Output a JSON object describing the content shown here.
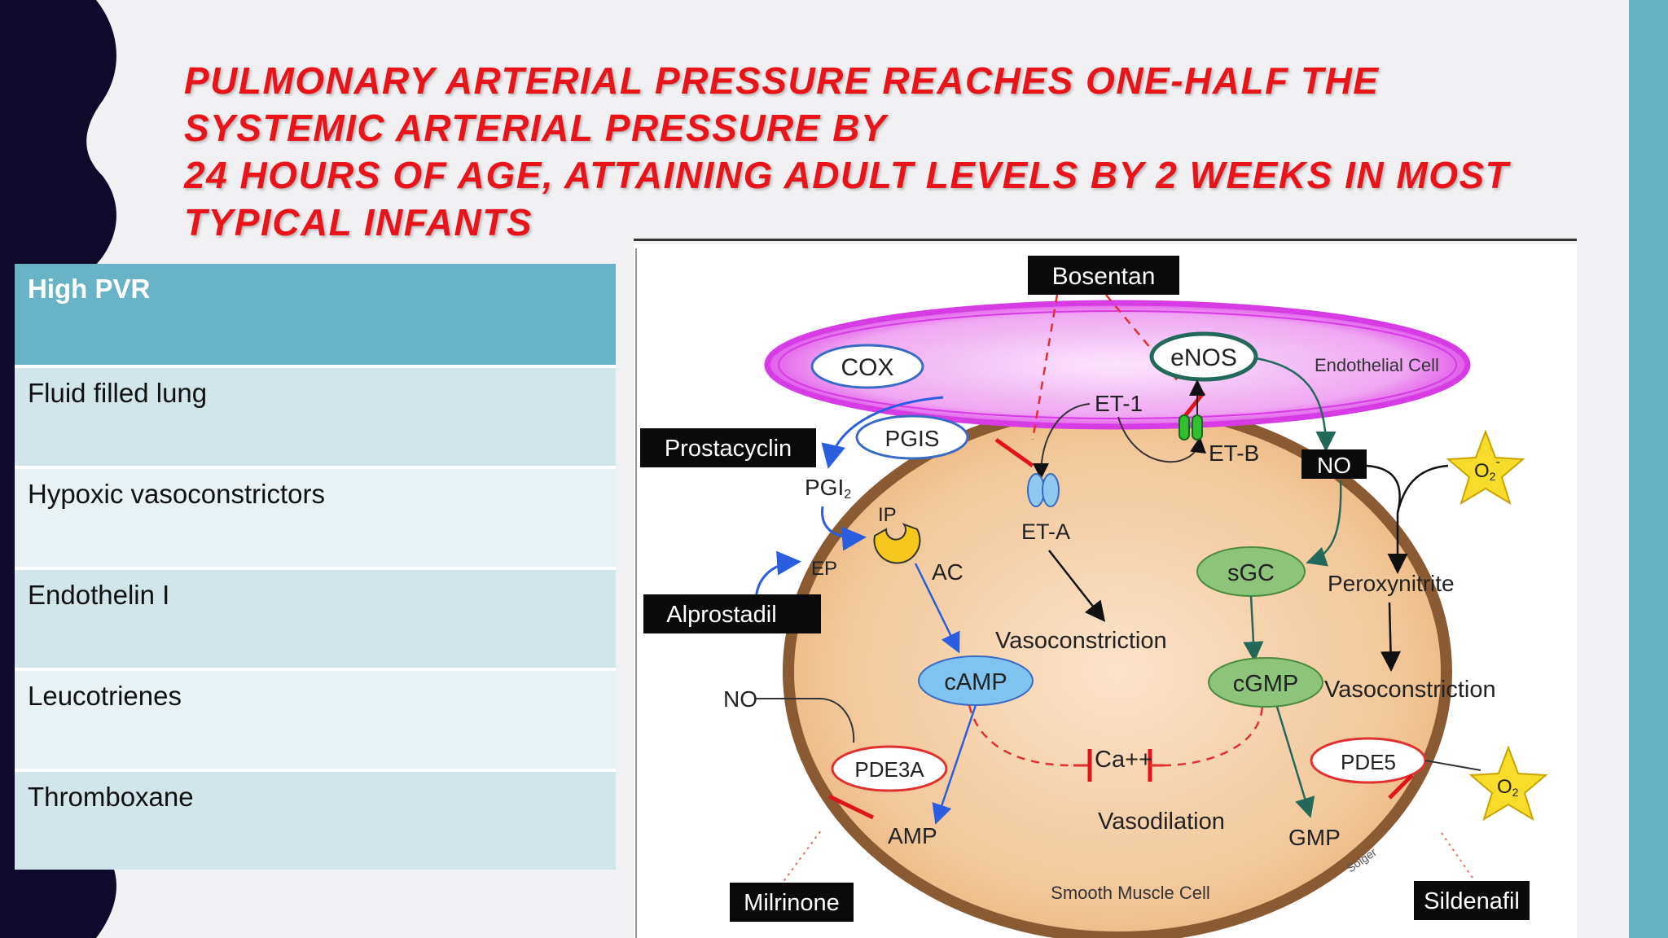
{
  "title": {
    "line1": "PULMONARY ARTERIAL PRESSURE REACHES ONE-HALF THE",
    "line2": "SYSTEMIC ARTERIAL PRESSURE BY",
    "line3": "24 HOURS OF AGE, ATTAINING ADULT LEVELS BY 2 WEEKS IN MOST",
    "line4": "TYPICAL INFANTS"
  },
  "table": {
    "header": "High PVR",
    "rows": [
      "Fluid filled lung",
      "Hypoxic vasoconstrictors",
      "Endothelin I",
      "Leucotrienes",
      "Thromboxane"
    ]
  },
  "diagram": {
    "bosentan": "Bosentan",
    "cox": "COX",
    "enos": "eNOS",
    "endothelial_cell": "Endothelial Cell",
    "et1": "ET-1",
    "etb": "ET-B",
    "prostacyclin": "Prostacyclin",
    "pgis": "PGIS",
    "pgi2": "PGI",
    "pgi2_sub": "2",
    "ip": "IP",
    "ep": "EP",
    "eta": "ET-A",
    "no_box": "NO",
    "o2_top": "O",
    "o2_top_sub": "2",
    "o2_top_sup": "-",
    "ac": "AC",
    "alprostadil": "Alprostadil",
    "sgc": "sGC",
    "peroxynitrite": "Peroxynitrite",
    "vasoconstriction_mid": "Vasoconstriction",
    "camp": "cAMP",
    "cgmp": "cGMP",
    "vasoconstriction_right": "Vasoconstriction",
    "no_left": "NO",
    "pde3a": "PDE3A",
    "ca": "Ca++",
    "pde5": "PDE5",
    "o2_bottom": "O",
    "o2_bottom_sub": "2",
    "vasodilation": "Vasodilation",
    "amp": "AMP",
    "gmp": "GMP",
    "milrinone": "Milrinone",
    "smooth_muscle_cell": "Smooth Muscle Cell",
    "sildenafil": "Sildenafil",
    "signature": "Solger"
  },
  "colors": {
    "title_red": "#e8141a",
    "left_band": "#0f0a2a",
    "right_band": "#66b3c6",
    "header_teal": "#68b3c7",
    "membrane_magenta": "#e040ec",
    "cell_border": "#8a5a33",
    "green_node": "#8cc47a",
    "blue_node": "#7fc4f0",
    "star_yellow": "#f7dd2a"
  }
}
